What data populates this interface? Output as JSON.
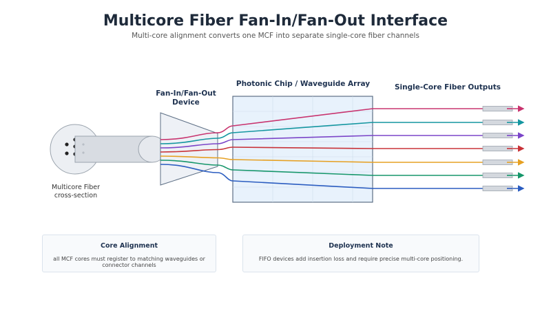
{
  "header": {
    "title": "Multicore Fiber Fan-In/Fan-Out Interface",
    "subtitle": "Multi-core alignment converts one MCF into separate single-core fiber channels"
  },
  "labels": {
    "fifo": [
      "Fan-In/Fan-Out",
      "Device"
    ],
    "chip": "Photonic Chip / Waveguide Array",
    "outputs": "Single-Core Fiber Outputs",
    "mcf": [
      "Multicore Fiber",
      "cross-section"
    ]
  },
  "cards": [
    {
      "title": "Core Alignment",
      "body": "all MCF cores must register to matching waveguides or connector channels"
    },
    {
      "title": "Deployment Note",
      "body": "FIFO devices add insertion loss and require precise multi-core positioning."
    }
  ],
  "channels": [
    {
      "color": "#c8336e"
    },
    {
      "color": "#1496a0"
    },
    {
      "color": "#7b45c8"
    },
    {
      "color": "#c83238"
    },
    {
      "color": "#e6a022"
    },
    {
      "color": "#16966a"
    },
    {
      "color": "#2a5cc0"
    }
  ],
  "colors": {
    "chip_fill": "#e8f2fc",
    "chip_border": "#5c6e84",
    "fifo_fill": "#eef1f6",
    "fiber_fill": "#d8dce2",
    "ferrule_fill": "#d4d8de",
    "text_dark": "#1e2a3a"
  }
}
